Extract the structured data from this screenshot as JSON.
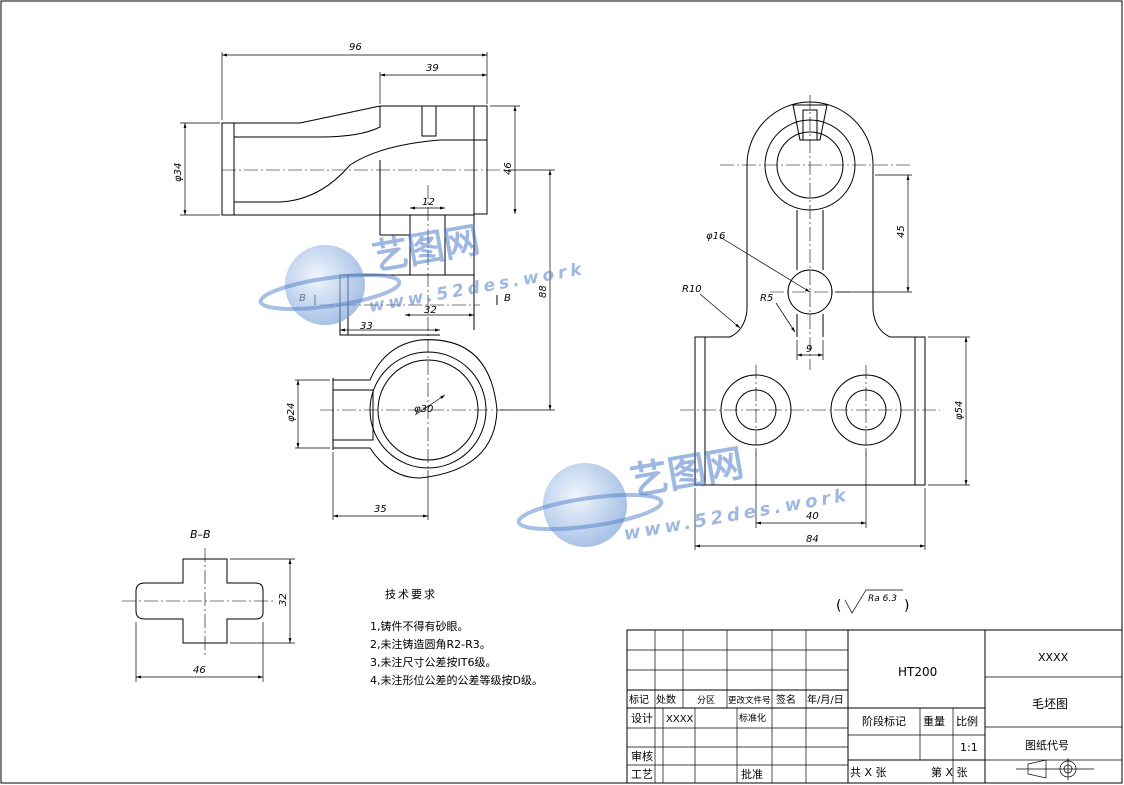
{
  "tech_requirements": {
    "title": "技术要求",
    "items": [
      "1,铸件不得有砂眼。",
      "2,未注铸造圆角R2-R3。",
      "3,未注尺寸公差按IT6级。",
      "4,未注形位公差的公差等级按D级。"
    ]
  },
  "section_label": "B–B",
  "cut_marks": [
    "B",
    "B"
  ],
  "roughness": {
    "value": "Ra 6.3",
    "open": "(",
    "close": ")"
  },
  "dimensions": {
    "front": [
      "96",
      "39",
      "φ34",
      "12",
      "46",
      "88",
      "33",
      "32",
      "φ24",
      "φ30",
      "35"
    ],
    "side": [
      "φ16",
      "45",
      "R10",
      "R5",
      "9",
      "φ54",
      "40",
      "84"
    ],
    "section": [
      "32",
      "46"
    ]
  },
  "title_block": {
    "material": "HT200",
    "company": "XXXX",
    "drawing_name": "毛坯图",
    "drawing_code": "图纸代号",
    "header_row": [
      "标记",
      "处数",
      "分区",
      "更改文件号",
      "签名",
      "年/月/日"
    ],
    "design_label": "设计",
    "design_value": "XXXX",
    "standardize": "标准化",
    "stage_mark": "阶段标记",
    "weight": "重量",
    "scale_label": "比例",
    "scale_value": "1:1",
    "review": "审核",
    "craft": "工艺",
    "approve": "批准",
    "total_sheets": "共 X 张",
    "sheet_no": "第 X 张"
  },
  "watermark": {
    "brand": "艺图网",
    "url": "www.52des.work"
  },
  "colors": {
    "line": "#000000",
    "watermark": "#4f7fc9",
    "background": "#ffffff"
  }
}
